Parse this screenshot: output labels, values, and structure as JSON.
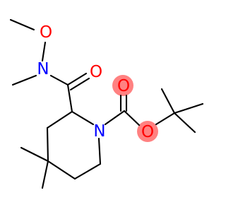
{
  "molecule": {
    "atoms": {
      "o_methoxy": {
        "symbol": "O",
        "color": "#ff0000"
      },
      "n_amide": {
        "symbol": "N",
        "color": "#0000ff"
      },
      "o_amide_carbonyl": {
        "symbol": "O",
        "color": "#ff0000"
      },
      "o_boc_carbonyl": {
        "symbol": "O",
        "color": "#ff0000"
      },
      "o_boc_ester": {
        "symbol": "O",
        "color": "#ff0000"
      },
      "n_ring": {
        "symbol": "N",
        "color": "#0000ff"
      }
    },
    "bond_color": "#000000",
    "highlight_color": "#ff6b6b"
  }
}
